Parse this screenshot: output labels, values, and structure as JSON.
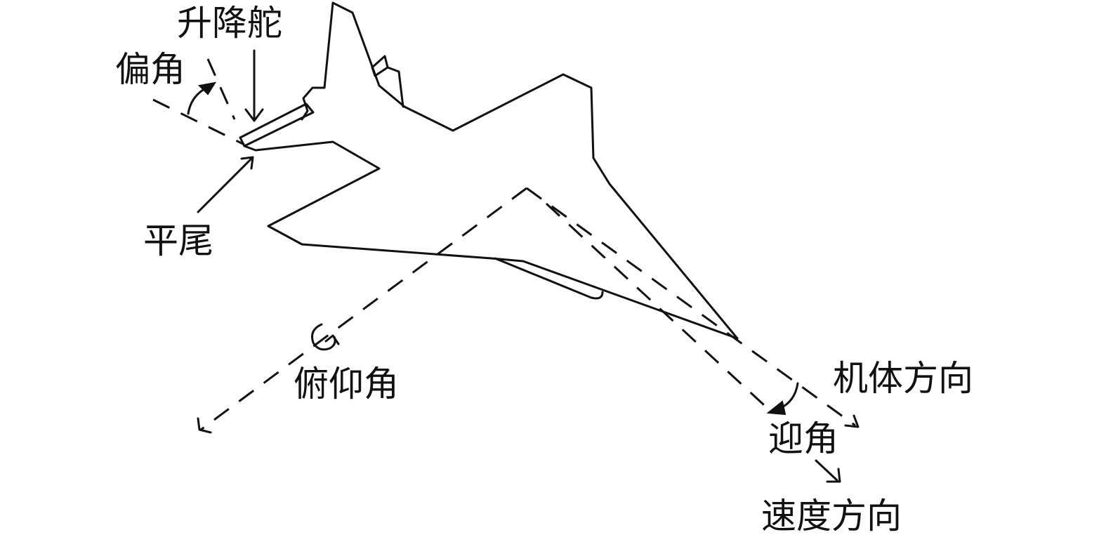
{
  "labels": {
    "elevator": "升降舵",
    "yaw_angle": "偏角",
    "horizontal_tail": "平尾",
    "pitch_angle": "俯仰角",
    "body_direction": "机体方向",
    "angle_of_attack": "迎角",
    "velocity_direction": "速度方向"
  },
  "colors": {
    "line": "#111111",
    "background": "#ffffff"
  }
}
